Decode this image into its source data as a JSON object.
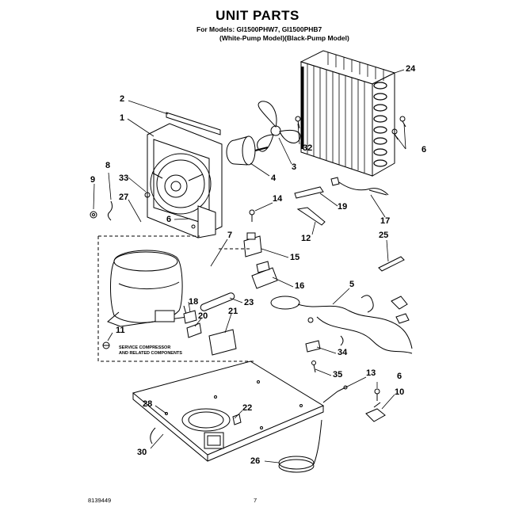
{
  "header": {
    "title": "UNIT PARTS",
    "models_line": "For Models: GI1500PHW7, GI1500PHB7",
    "variants_line": "(White-Pump Model)(Black-Pump Model)"
  },
  "callouts": [
    "24",
    "2",
    "1",
    "32",
    "6",
    "3",
    "4",
    "8",
    "9",
    "33",
    "27",
    "6",
    "14",
    "19",
    "17",
    "12",
    "25",
    "7",
    "15",
    "16",
    "5",
    "18",
    "23",
    "20",
    "21",
    "11",
    "34",
    "35",
    "13",
    "6",
    "10",
    "28",
    "22",
    "30",
    "26"
  ],
  "note": {
    "line1": "SERVICE COMPRESSOR",
    "line2": "AND RELATED COMPONENTS"
  },
  "footer": {
    "part_number": "8139449",
    "page_number": "7"
  }
}
